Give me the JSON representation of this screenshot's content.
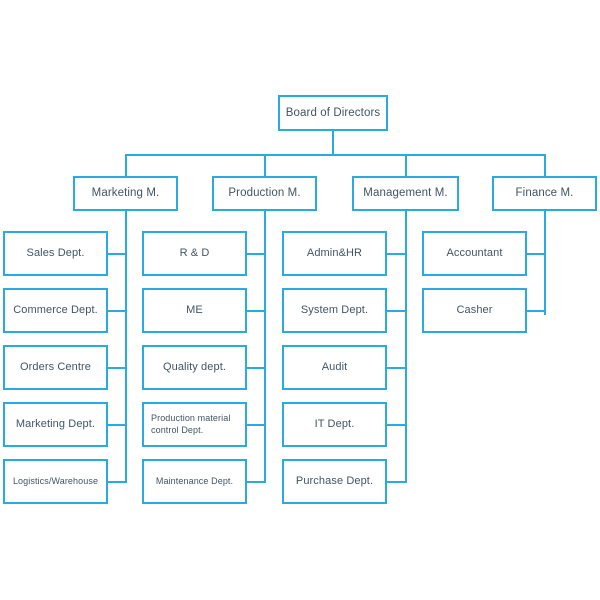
{
  "diagram": {
    "type": "organizational-chart",
    "title_node": "Board of Directors",
    "colors": {
      "border": "#29abe2",
      "connector": "#29abe2",
      "text": "#425563",
      "background": "#ffffff"
    },
    "root": {
      "label": "Board of Directors"
    },
    "managers": [
      {
        "label": "Marketing M."
      },
      {
        "label": "Production M."
      },
      {
        "label": "Management M."
      },
      {
        "label": "Finance M."
      }
    ],
    "columns": [
      {
        "manager": "Marketing M.",
        "departments": [
          {
            "label": "Sales Dept."
          },
          {
            "label": "Commerce Dept."
          },
          {
            "label": "Orders Centre"
          },
          {
            "label": "Marketing Dept."
          },
          {
            "label": "Logistics/Warehouse"
          }
        ]
      },
      {
        "manager": "Production M.",
        "departments": [
          {
            "label": "R & D"
          },
          {
            "label": "ME"
          },
          {
            "label": "Quality dept."
          },
          {
            "label": "Production material control Dept."
          },
          {
            "label": "Maintenance Dept."
          }
        ]
      },
      {
        "manager": "Management M.",
        "departments": [
          {
            "label": "Admin&HR"
          },
          {
            "label": "System Dept."
          },
          {
            "label": "Audit"
          },
          {
            "label": "IT Dept."
          },
          {
            "label": "Purchase Dept."
          }
        ]
      },
      {
        "manager": "Finance M.",
        "departments": [
          {
            "label": "Accountant"
          },
          {
            "label": "Casher"
          }
        ]
      }
    ]
  }
}
